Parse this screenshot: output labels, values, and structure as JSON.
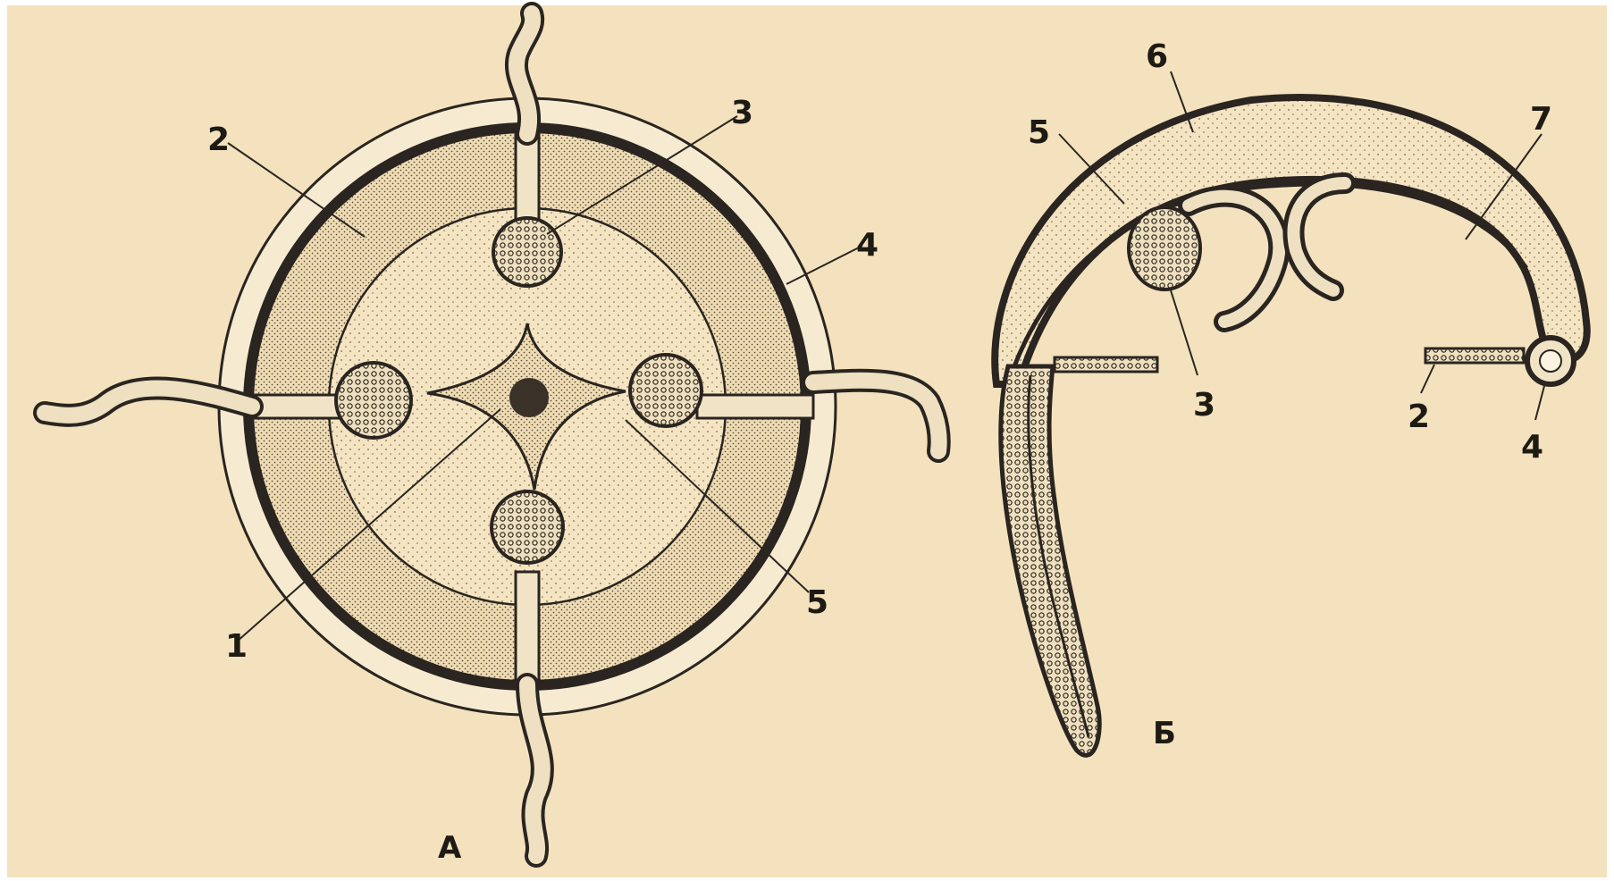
{
  "figure": {
    "panels": [
      {
        "id": "A",
        "label": "А",
        "callouts": [
          "1",
          "2",
          "3",
          "4",
          "5"
        ]
      },
      {
        "id": "B",
        "label": "Б",
        "callouts": [
          "2",
          "3",
          "4",
          "5",
          "6",
          "7"
        ]
      }
    ]
  },
  "colors": {
    "paper": "#f3e2bd",
    "ink": "#2a2520",
    "fill_light": "#f6ead0",
    "fill_speckle": "#efdcb5"
  }
}
